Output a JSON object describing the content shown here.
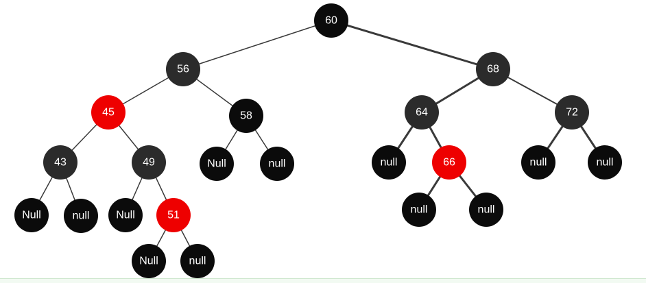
{
  "diagram": {
    "type": "red-black-tree",
    "colors": {
      "black": "#0b0b0b",
      "dark": "#2b2b2b",
      "red": "#ee0000",
      "edge": "#3a3a3a"
    },
    "nodes": [
      {
        "id": "n60",
        "label": "60",
        "color": "black"
      },
      {
        "id": "n56",
        "label": "56",
        "color": "dark"
      },
      {
        "id": "n68",
        "label": "68",
        "color": "dark"
      },
      {
        "id": "n45",
        "label": "45",
        "color": "red"
      },
      {
        "id": "n58",
        "label": "58",
        "color": "black"
      },
      {
        "id": "n64",
        "label": "64",
        "color": "dark"
      },
      {
        "id": "n72",
        "label": "72",
        "color": "dark"
      },
      {
        "id": "n43",
        "label": "43",
        "color": "dark"
      },
      {
        "id": "n49",
        "label": "49",
        "color": "dark"
      },
      {
        "id": "null58L",
        "label": "Null",
        "color": "black"
      },
      {
        "id": "null58R",
        "label": "null",
        "color": "black"
      },
      {
        "id": "null64L",
        "label": "null",
        "color": "black"
      },
      {
        "id": "n66",
        "label": "66",
        "color": "red"
      },
      {
        "id": "null72L",
        "label": "null",
        "color": "black"
      },
      {
        "id": "null72R",
        "label": "null",
        "color": "black"
      },
      {
        "id": "null43L",
        "label": "Null",
        "color": "black"
      },
      {
        "id": "null43R",
        "label": "null",
        "color": "black"
      },
      {
        "id": "null49L",
        "label": "Null",
        "color": "black"
      },
      {
        "id": "n51",
        "label": "51",
        "color": "red"
      },
      {
        "id": "null66L",
        "label": "null",
        "color": "black"
      },
      {
        "id": "null66R",
        "label": "null",
        "color": "black"
      },
      {
        "id": "null51L",
        "label": "Null",
        "color": "black"
      },
      {
        "id": "null51R",
        "label": "null",
        "color": "black"
      }
    ],
    "edges": [
      [
        "n60",
        "n56"
      ],
      [
        "n60",
        "n68"
      ],
      [
        "n56",
        "n45"
      ],
      [
        "n56",
        "n58"
      ],
      [
        "n68",
        "n64"
      ],
      [
        "n68",
        "n72"
      ],
      [
        "n45",
        "n43"
      ],
      [
        "n45",
        "n49"
      ],
      [
        "n58",
        "null58L"
      ],
      [
        "n58",
        "null58R"
      ],
      [
        "n64",
        "null64L"
      ],
      [
        "n64",
        "n66"
      ],
      [
        "n72",
        "null72L"
      ],
      [
        "n72",
        "null72R"
      ],
      [
        "n43",
        "null43L"
      ],
      [
        "n43",
        "null43R"
      ],
      [
        "n49",
        "null49L"
      ],
      [
        "n49",
        "n51"
      ],
      [
        "n66",
        "null66L"
      ],
      [
        "n66",
        "null66R"
      ],
      [
        "n51",
        "null51L"
      ],
      [
        "n51",
        "null51R"
      ]
    ]
  }
}
